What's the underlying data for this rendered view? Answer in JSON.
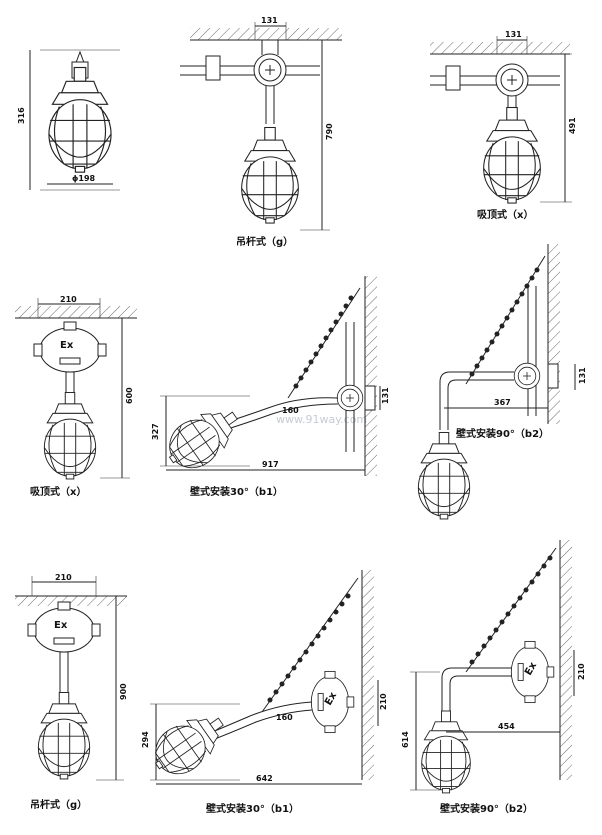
{
  "dims": {
    "d131_a": "131",
    "d316": "316",
    "d198": "ϕ198",
    "d790": "790",
    "d131_b": "131",
    "d491": "491",
    "d210_a": "210",
    "d600": "600",
    "d131_c": "131",
    "d327": "327",
    "d160_a": "160",
    "d917": "917",
    "d131_d": "131",
    "d367": "367",
    "d210_b": "210",
    "d900": "900",
    "d210_c": "210",
    "d294": "294",
    "d160_b": "160",
    "d642": "642",
    "d210_d": "210",
    "d454": "454",
    "d614": "614"
  },
  "labels": {
    "ex_1": "Ex",
    "ex_2": "Ex",
    "ex_3": "Ex",
    "ex_4": "Ex"
  },
  "captions": {
    "pendant_g_1": "吊杆式（g）",
    "ceiling_x_1": "吸顶式（x）",
    "ceiling_x_2": "吸顶式（x）",
    "wall30_b1_1": "壁式安装30°（b1）",
    "wall90_b2_1": "壁式安装90°（b2）",
    "pendant_g_2": "吊杆式（g）",
    "wall30_b1_2": "壁式安装30°（b1）",
    "wall90_b2_2": "壁式安装90°（b2）"
  },
  "watermark": "www.91way.com"
}
